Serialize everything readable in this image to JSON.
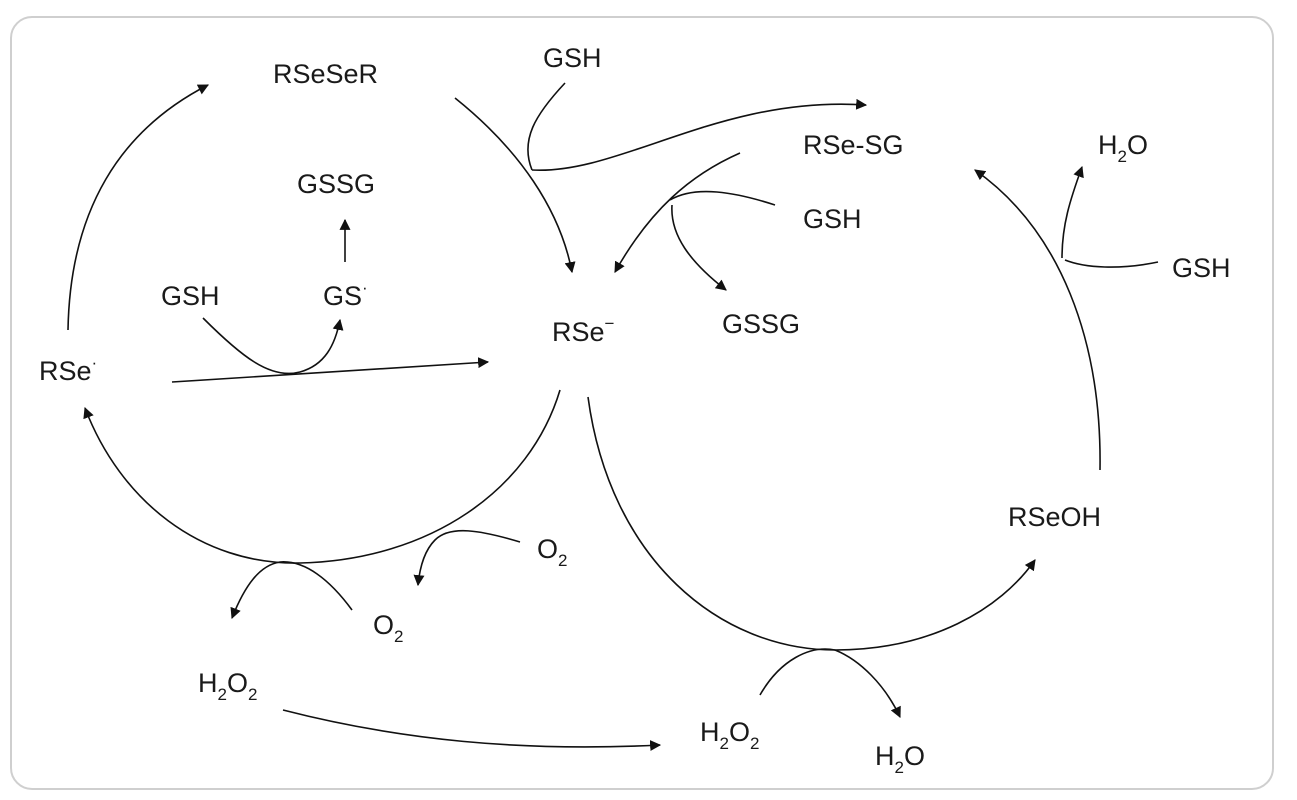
{
  "diagram": {
    "species": {
      "rseser": "RSeSeR",
      "gsh_top": "GSH",
      "rse_sg": "RSe-SG",
      "h2o_top": "H",
      "h2o_top_sub": "2",
      "h2o_top_tail": "O",
      "gssg_left": "GSSG",
      "gsh_mid": "GSH",
      "gsh_right": "GSH",
      "gsh_left": "GSH",
      "gs_radical": "GS",
      "gs_radical_dot": "·",
      "rse_anion": "RSe",
      "rse_anion_charge": "−",
      "gssg_mid": "GSSG",
      "rse_radical": "RSe",
      "rse_radical_dot": "·",
      "rseoh": "RSeOH",
      "o2_right": "O",
      "o2_right_sub": "2",
      "o2_bottom": "O",
      "o2_bottom_sub": "2",
      "h2o2_left": "H",
      "h2o2_left_sub1": "2",
      "h2o2_left_mid": "O",
      "h2o2_left_sub2": "2",
      "h2o2_bottom": "H",
      "h2o2_bottom_sub1": "2",
      "h2o2_bottom_mid": "O",
      "h2o2_bottom_sub2": "2",
      "h2o_bottom": "H",
      "h2o_bottom_sub": "2",
      "h2o_bottom_tail": "O"
    }
  }
}
